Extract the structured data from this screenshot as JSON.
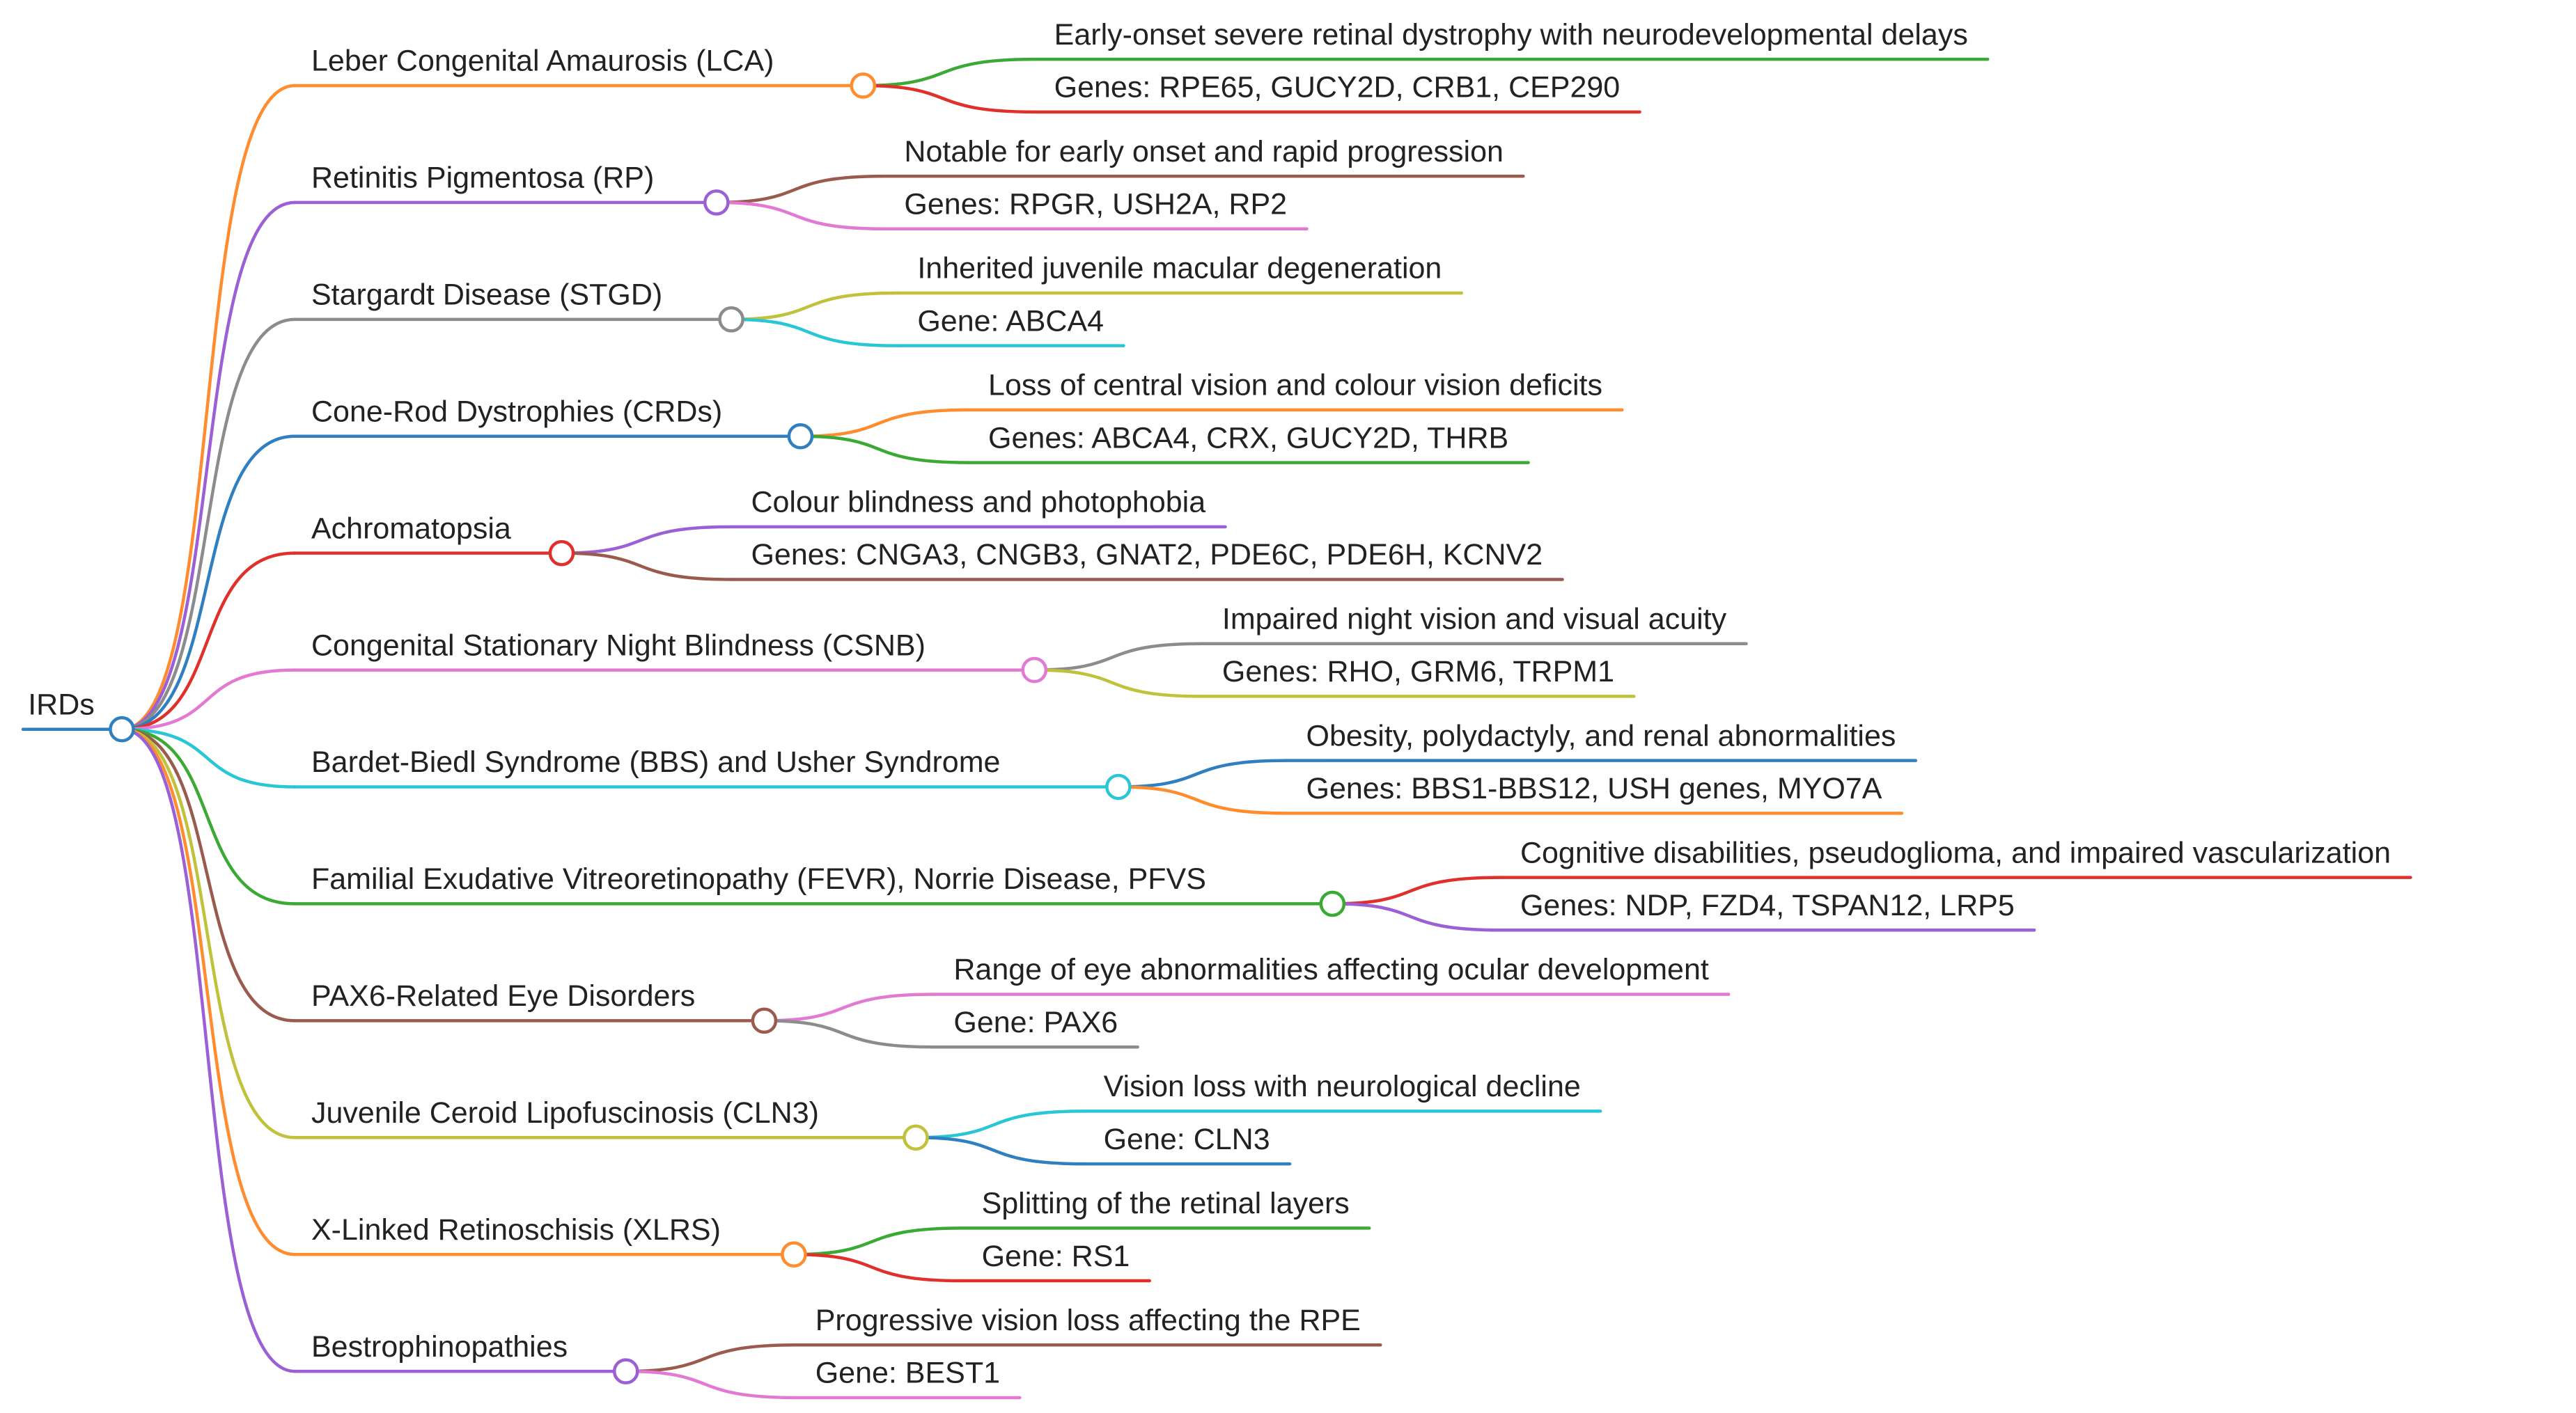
{
  "root": {
    "label": "IRDs",
    "color": "#2f7fc1"
  },
  "branches": [
    {
      "title": "Leber Congenital Amaurosis (LCA)",
      "color": "#ff8c2e",
      "children": [
        {
          "text": "Early-onset severe retinal dystrophy with neurodevelopmental delays",
          "color": "#3aaa35"
        },
        {
          "text": "Genes: RPE65, GUCY2D, CRB1, CEP290",
          "color": "#e0302c"
        }
      ]
    },
    {
      "title": "Retinitis Pigmentosa (RP)",
      "color": "#9b5fd6",
      "children": [
        {
          "text": "Notable for early onset and rapid progression",
          "color": "#9a5b4e"
        },
        {
          "text": "Genes: RPGR, USH2A, RP2",
          "color": "#e27ad3"
        }
      ]
    },
    {
      "title": "Stargardt Disease (STGD)",
      "color": "#8c8c8c",
      "children": [
        {
          "text": "Inherited juvenile macular degeneration",
          "color": "#bfc23a"
        },
        {
          "text": "Gene: ABCA4",
          "color": "#29c6d6"
        }
      ]
    },
    {
      "title": "Cone-Rod Dystrophies (CRDs)",
      "color": "#2f7fc1",
      "children": [
        {
          "text": "Loss of central vision and colour vision deficits",
          "color": "#ff8c2e"
        },
        {
          "text": "Genes: ABCA4, CRX, GUCY2D, THRB",
          "color": "#3aaa35"
        }
      ]
    },
    {
      "title": "Achromatopsia",
      "color": "#e0302c",
      "children": [
        {
          "text": "Colour blindness and photophobia",
          "color": "#9b5fd6"
        },
        {
          "text": "Genes: CNGA3, CNGB3, GNAT2, PDE6C, PDE6H, KCNV2",
          "color": "#9a5b4e"
        }
      ]
    },
    {
      "title": "Congenital Stationary Night Blindness (CSNB)",
      "color": "#e27ad3",
      "children": [
        {
          "text": "Impaired night vision and visual acuity",
          "color": "#8c8c8c"
        },
        {
          "text": "Genes: RHO, GRM6, TRPM1",
          "color": "#bfc23a"
        }
      ]
    },
    {
      "title": "Bardet-Biedl Syndrome (BBS) and Usher Syndrome",
      "color": "#29c6d6",
      "children": [
        {
          "text": "Obesity, polydactyly, and renal abnormalities",
          "color": "#2f7fc1"
        },
        {
          "text": "Genes: BBS1-BBS12, USH genes, MYO7A",
          "color": "#ff8c2e"
        }
      ]
    },
    {
      "title": "Familial Exudative Vitreoretinopathy (FEVR), Norrie Disease, PFVS",
      "color": "#3aaa35",
      "children": [
        {
          "text": "Cognitive disabilities, pseudoglioma, and impaired vascularization",
          "color": "#e0302c"
        },
        {
          "text": "Genes: NDP, FZD4, TSPAN12, LRP5",
          "color": "#9b5fd6"
        }
      ]
    },
    {
      "title": "PAX6-Related Eye Disorders",
      "color": "#9a5b4e",
      "children": [
        {
          "text": "Range of eye abnormalities affecting ocular development",
          "color": "#e27ad3"
        },
        {
          "text": "Gene: PAX6",
          "color": "#8c8c8c"
        }
      ]
    },
    {
      "title": "Juvenile Ceroid Lipofuscinosis (CLN3)",
      "color": "#bfc23a",
      "children": [
        {
          "text": "Vision loss with neurological decline",
          "color": "#29c6d6"
        },
        {
          "text": "Gene: CLN3",
          "color": "#2f7fc1"
        }
      ]
    },
    {
      "title": "X-Linked Retinoschisis (XLRS)",
      "color": "#ff8c2e",
      "children": [
        {
          "text": "Splitting of the retinal layers",
          "color": "#3aaa35"
        },
        {
          "text": "Gene: RS1",
          "color": "#e0302c"
        }
      ]
    },
    {
      "title": "Bestrophinopathies",
      "color": "#9b5fd6",
      "children": [
        {
          "text": "Progressive vision loss affecting the RPE",
          "color": "#9a5b4e"
        },
        {
          "text": "Gene: BEST1",
          "color": "#e27ad3"
        }
      ]
    }
  ]
}
